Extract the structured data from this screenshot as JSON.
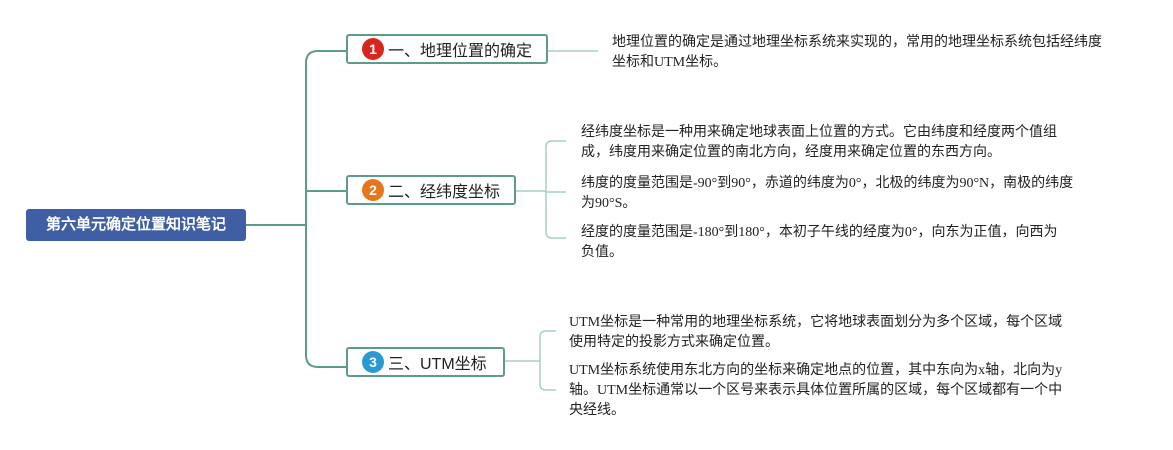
{
  "root": {
    "title": "第六单元确定位置知识笔记"
  },
  "branches": [
    {
      "number": "1",
      "title": "一、地理位置的确定",
      "badge_color": "#d9261c",
      "notes": [
        "地理位置的确定是通过地理坐标系统来实现的，常用的地理坐标系统包括经纬度坐标和UTM坐标。"
      ]
    },
    {
      "number": "2",
      "title": "二、经纬度坐标",
      "badge_color": "#e8751a",
      "notes": [
        "经纬度坐标是一种用来确定地球表面上位置的方式。它由纬度和经度两个值组成，纬度用来确定位置的南北方向，经度用来确定位置的东西方向。",
        "纬度的度量范围是-90°到90°，赤道的纬度为0°，北极的纬度为90°N，南极的纬度为90°S。",
        "经度的度量范围是-180°到180°，本初子午线的经度为0°，向东为正值，向西为负值。"
      ]
    },
    {
      "number": "3",
      "title": "三、UTM坐标",
      "badge_color": "#2a9ad6",
      "notes": [
        "UTM坐标是一种常用的地理坐标系统，它将地球表面划分为多个区域，每个区域使用特定的投影方式来确定位置。",
        "UTM坐标系统使用东北方向的坐标来确定地点的位置，其中东向为x轴，北向为y轴。UTM坐标通常以一个区号来表示具体位置所属的区域，每个区域都有一个中央经线。"
      ]
    }
  ],
  "colors": {
    "root": "#3f5ea3",
    "line": "#5f9b8a",
    "line_light": "#a8cfc3"
  }
}
